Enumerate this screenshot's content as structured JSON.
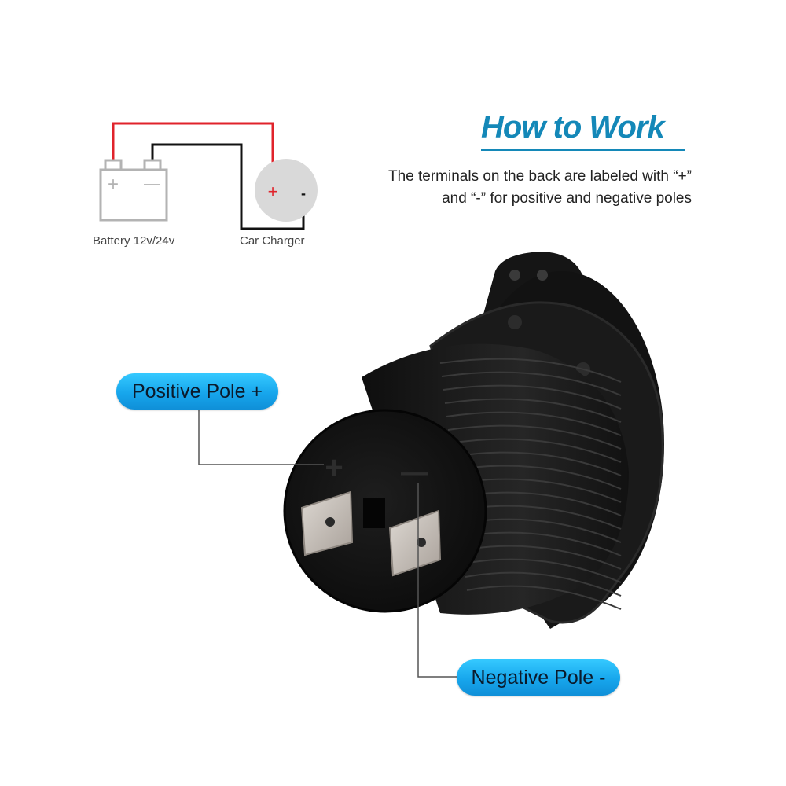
{
  "header": {
    "title": "How to Work",
    "description_line1": "The terminals on the back are labeled with “+”",
    "description_line2": "and “-” for positive and negative poles"
  },
  "wiring_diagram": {
    "battery_label": "Battery 12v/24v",
    "charger_label": "Car Charger",
    "battery_plus": "+",
    "battery_minus": "—",
    "charger_plus": "+",
    "charger_minus": "-",
    "colors": {
      "positive_wire": "#e0232b",
      "negative_wire": "#111111",
      "battery_outline": "#b3b3b3",
      "charger_disc": "#d9d9d9"
    }
  },
  "callouts": {
    "positive": "Positive Pole +",
    "negative": "Negative Pole -",
    "colors": {
      "pill": "#1aa8ee",
      "leader_line": "#555555"
    }
  },
  "product": {
    "terminal_plus": "+",
    "terminal_minus": "—",
    "colors": {
      "body": "#141414",
      "terminal": "#c9c2bc"
    }
  }
}
